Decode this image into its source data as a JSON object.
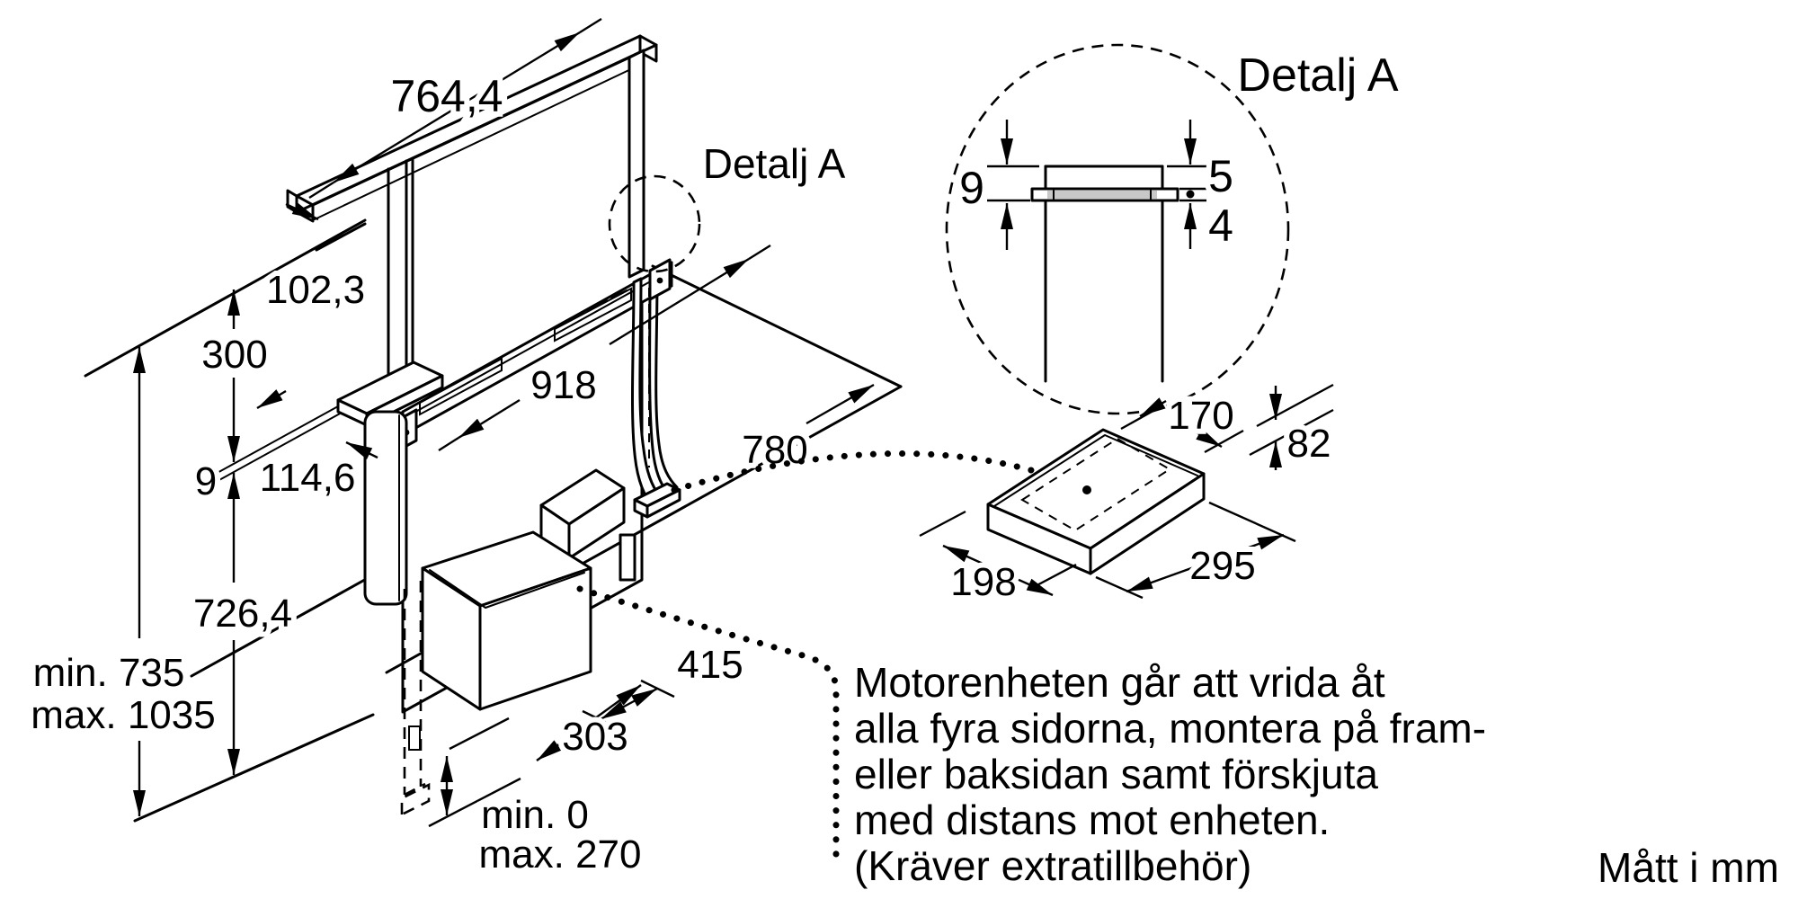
{
  "units_label": "Mått i mm",
  "main": {
    "detail_ref": "Detalj A",
    "dims": {
      "w7644": "764,4",
      "d1023": "102,3",
      "h300": "300",
      "t9": "9",
      "d1146": "114,6",
      "h7264": "726,4",
      "hmin": "min. 735",
      "hmax": "max. 1035",
      "rail": "918",
      "d780": "780",
      "d415": "415",
      "d303": "303",
      "dmin": "min. 0",
      "dmax": "max. 270"
    }
  },
  "detail": {
    "title": "Detalj A",
    "d9": "9",
    "d5": "5",
    "d4": "4"
  },
  "motor": {
    "w170": "170",
    "h82": "82",
    "d198": "198",
    "l295": "295"
  },
  "note": {
    "lines": [
      "Motorenheten går att vrida åt",
      "alla fyra sidorna, montera på fram-",
      "eller baksidan samt förskjuta",
      "med distans mot enheten.",
      "(Kräver extratillbehör)"
    ]
  },
  "colors": {
    "line": "#000000",
    "flange_gray": "#c8c8c8",
    "background": "#ffffff"
  }
}
